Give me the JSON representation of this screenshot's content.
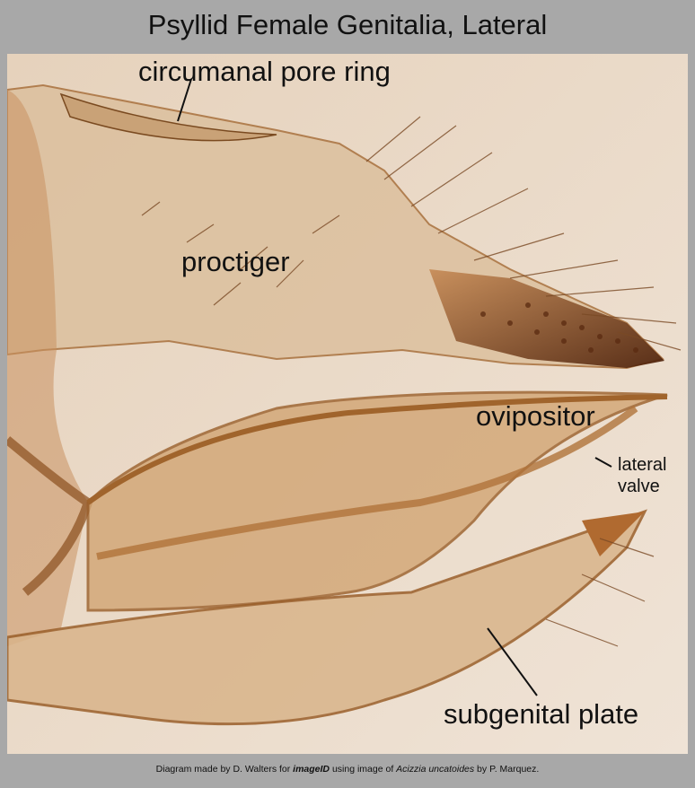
{
  "title": "Psyllid Female Genitalia, Lateral",
  "labels": {
    "circumanal": "circumanal pore ring",
    "proctiger": "proctiger",
    "ovipositor": "ovipositor",
    "lateral_line1": "lateral",
    "lateral_line2": "valve",
    "subgenital": "subgenital plate"
  },
  "caption": {
    "part1": "Diagram made by D. Walters for ",
    "app": "imageID",
    "part2": " using image of ",
    "species": "Acizzia uncatoides",
    "part3": " by P. Marquez."
  },
  "colors": {
    "background": "#a8a8a8",
    "specimen_brown": "#b5773a",
    "specimen_dark": "#5a2a10",
    "slide": "#ecdccb"
  }
}
